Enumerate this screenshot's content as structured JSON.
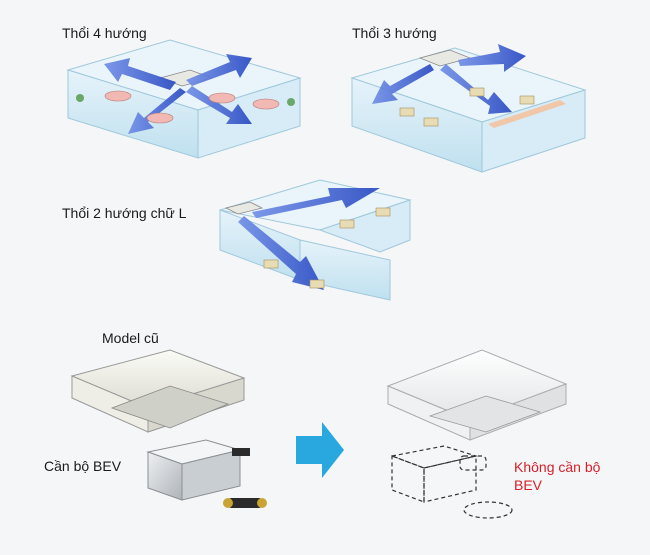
{
  "labels": {
    "four_way": "Thổi 4 hướng",
    "three_way": "Thổi 3 hướng",
    "two_way_l": "Thổi 2 hướng chữ L",
    "old_model": "Model cũ",
    "bev_needed": "Cần bộ BEV",
    "bev_not_needed": "Không cần bộ BEV"
  },
  "colors": {
    "airflow_arrow": "#3a5fd0",
    "transition_arrow": "#29a8e0",
    "no_bev_text": "#d8202a",
    "room_wall": "#cfe7f3"
  },
  "icons": [
    "airflow-arrow-icon",
    "right-arrow-icon"
  ]
}
